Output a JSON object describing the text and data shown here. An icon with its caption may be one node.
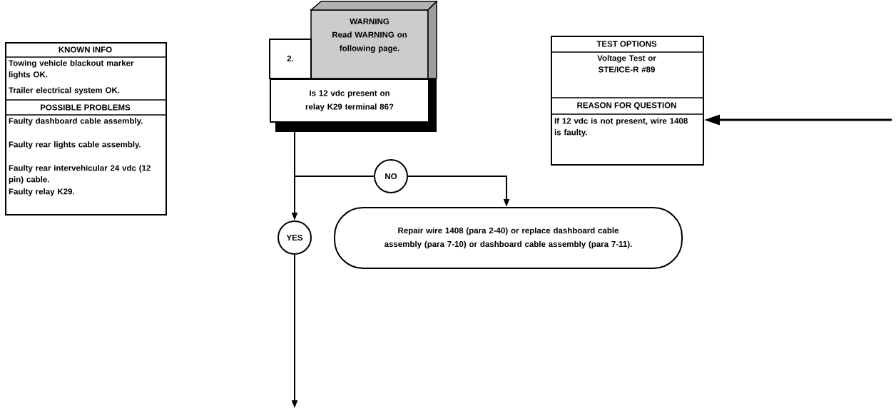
{
  "diagram": {
    "nodes": [
      {
        "text": [
          "KNOWN INFO",
          "Towing vehicle blackout marker lights OK.",
          "Trailer electrical system OK.",
          "POSSIBLE PROBLEMS",
          "Faulty dashboard cable assembly.",
          "Faulty rear lights cable assembly.",
          "Faulty rear intervehicular 24 vdc (12 pin) cable.",
          "Faulty relay K29."
        ]
      },
      {
        "text": [
          "2.",
          "Is 12 vdc present on relay K29 terminal 86?"
        ]
      },
      {
        "text": [
          "WARNING",
          "Read WARNING on following page."
        ]
      },
      {
        "text": [
          "TEST OPTIONS",
          "Voltage Test or STE/ICE-R #89",
          "REASON FOR QUESTION",
          "If 12 vdc is not present, wire 1408 is faulty."
        ]
      },
      {
        "text": [
          "NO"
        ]
      },
      {
        "text": [
          "YES"
        ]
      },
      {
        "text": [
          "Repair wire 1408 (para 2-40) or replace dashboard cable assembly (para 7-10) or dashboard cable assembly (para 7-11)."
        ]
      }
    ],
    "edges": [
      {
        "from": null,
        "to": 3,
        "arrow": "to"
      },
      {
        "from": 1,
        "to": 5,
        "arrow": "to"
      },
      {
        "from": 1,
        "to": 4,
        "arrow": "none"
      },
      {
        "from": 4,
        "to": 6,
        "arrow": "to"
      },
      {
        "from": 5,
        "to": null,
        "arrow": "to"
      }
    ]
  }
}
